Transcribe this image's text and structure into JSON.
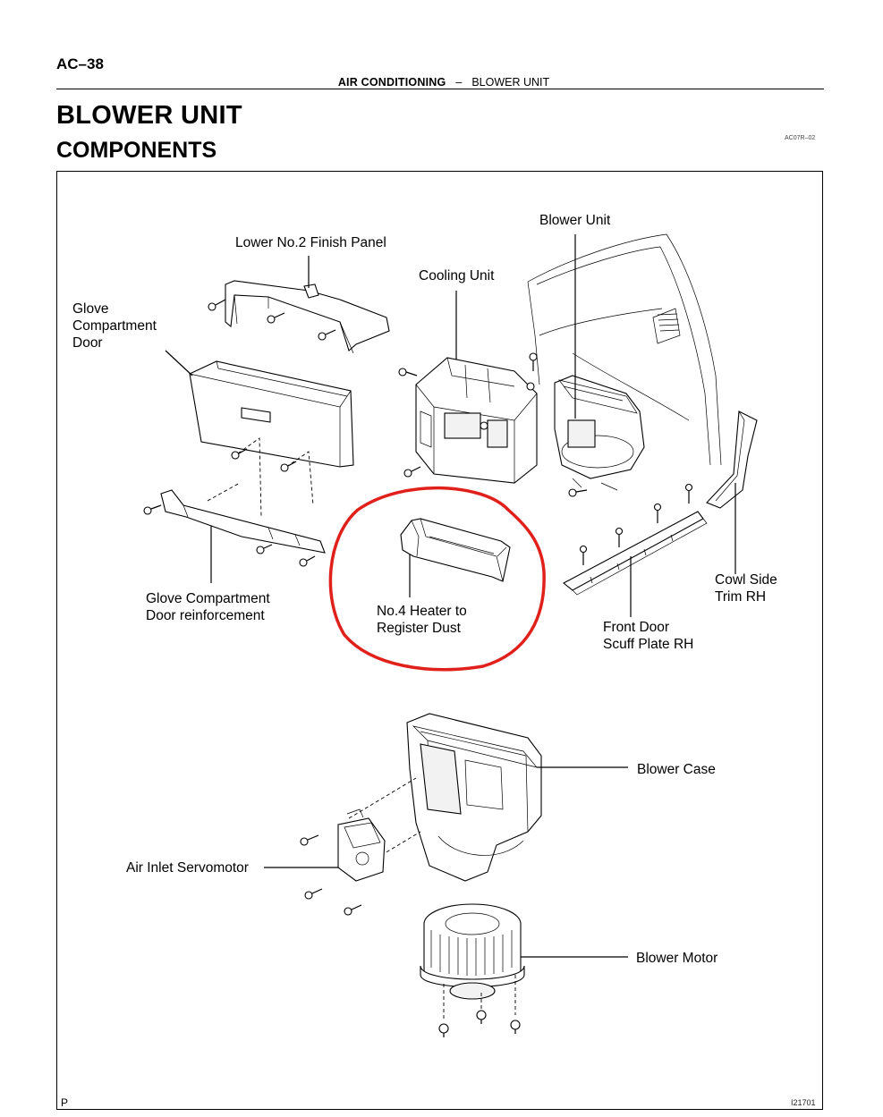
{
  "header": {
    "page_number": "AC–38",
    "section": "AIR CONDITIONING",
    "separator": "–",
    "subsection": "BLOWER UNIT"
  },
  "title": "BLOWER UNIT",
  "subtitle": "COMPONENTS",
  "doc_code": "AC07R–02",
  "figure": {
    "labels": {
      "lower_finish_panel": "Lower No.2 Finish Panel",
      "glove_door": "Glove\nCompartment\nDoor",
      "cooling_unit": "Cooling Unit",
      "blower_unit": "Blower Unit",
      "glove_reinforcement": "Glove Compartment\nDoor reinforcement",
      "heater_duct": "No.4 Heater to\nRegister Dust",
      "cowl_side_trim": "Cowl Side\nTrim RH",
      "scuff_plate": "Front Door\nScuff Plate RH",
      "blower_case": "Blower Case",
      "air_inlet_servomotor": "Air Inlet Servomotor",
      "blower_motor": "Blower Motor"
    },
    "corner_mark": "P",
    "figure_id": "I21701",
    "highlight_color": "#e0211b"
  }
}
